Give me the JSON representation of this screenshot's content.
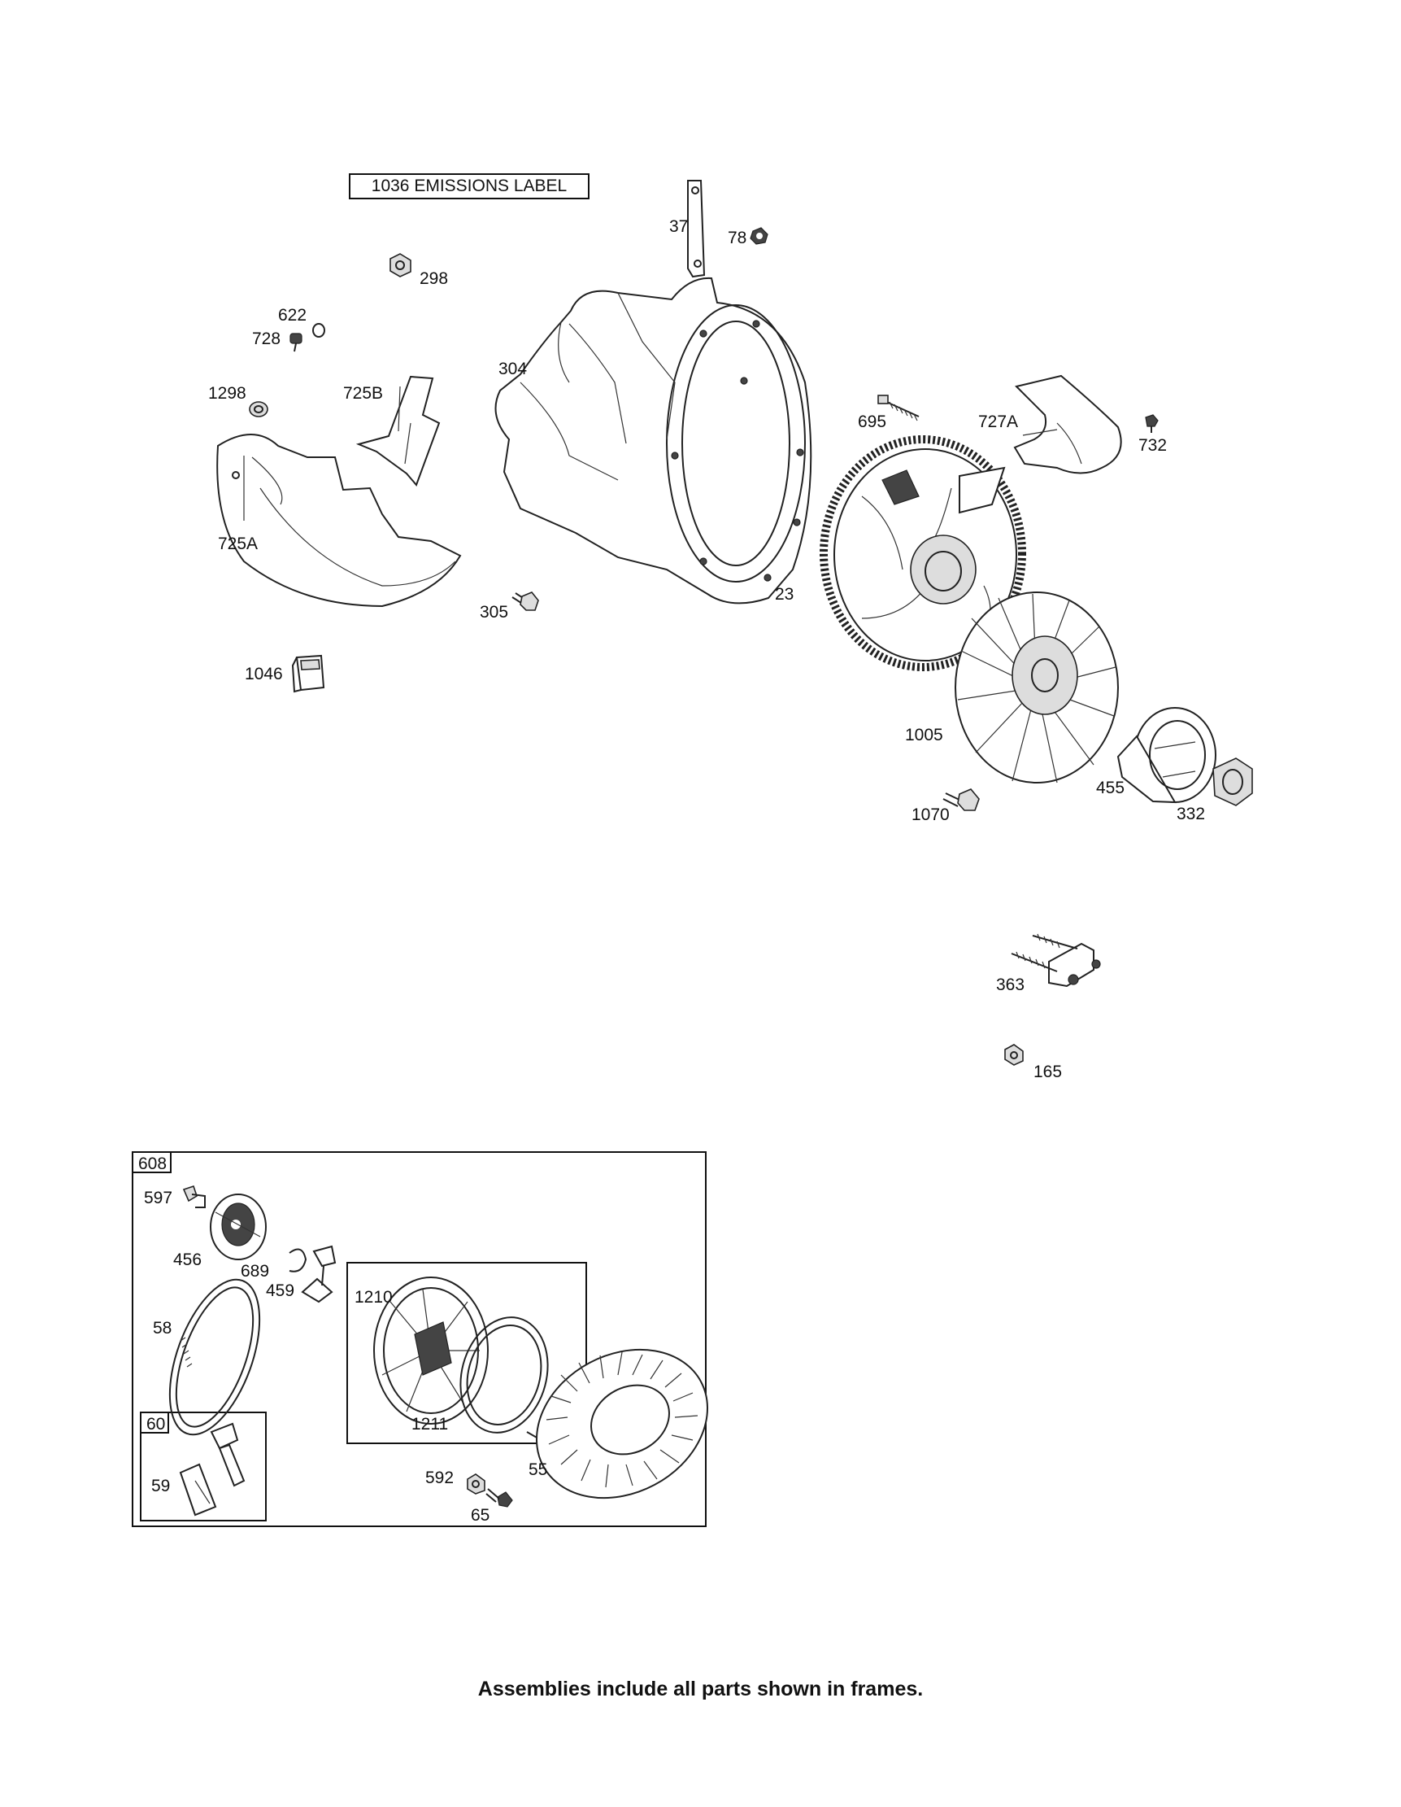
{
  "diagram": {
    "emissions_label": "1036 EMISSIONS LABEL",
    "callouts": {
      "p37": "37",
      "p78": "78",
      "p298": "298",
      "p622": "622",
      "p728": "728",
      "p1298": "1298",
      "p725B": "725B",
      "p304": "304",
      "p725A": "725A",
      "p305": "305",
      "p1046": "1046",
      "p695": "695",
      "p727A": "727A",
      "p732": "732",
      "p23": "23",
      "p1005": "1005",
      "p455": "455",
      "p332": "332",
      "p1070": "1070",
      "p363": "363",
      "p165": "165"
    },
    "assembly_frames": {
      "f608": "608",
      "f60": "60"
    },
    "starter_callouts": {
      "p597": "597",
      "p456": "456",
      "p689": "689",
      "p459": "459",
      "p58": "58",
      "p1210": "1210",
      "p1211": "1211",
      "p59": "59",
      "p592": "592",
      "p55": "55",
      "p65": "65"
    },
    "footer_note": "Assemblies include all parts shown in frames."
  }
}
